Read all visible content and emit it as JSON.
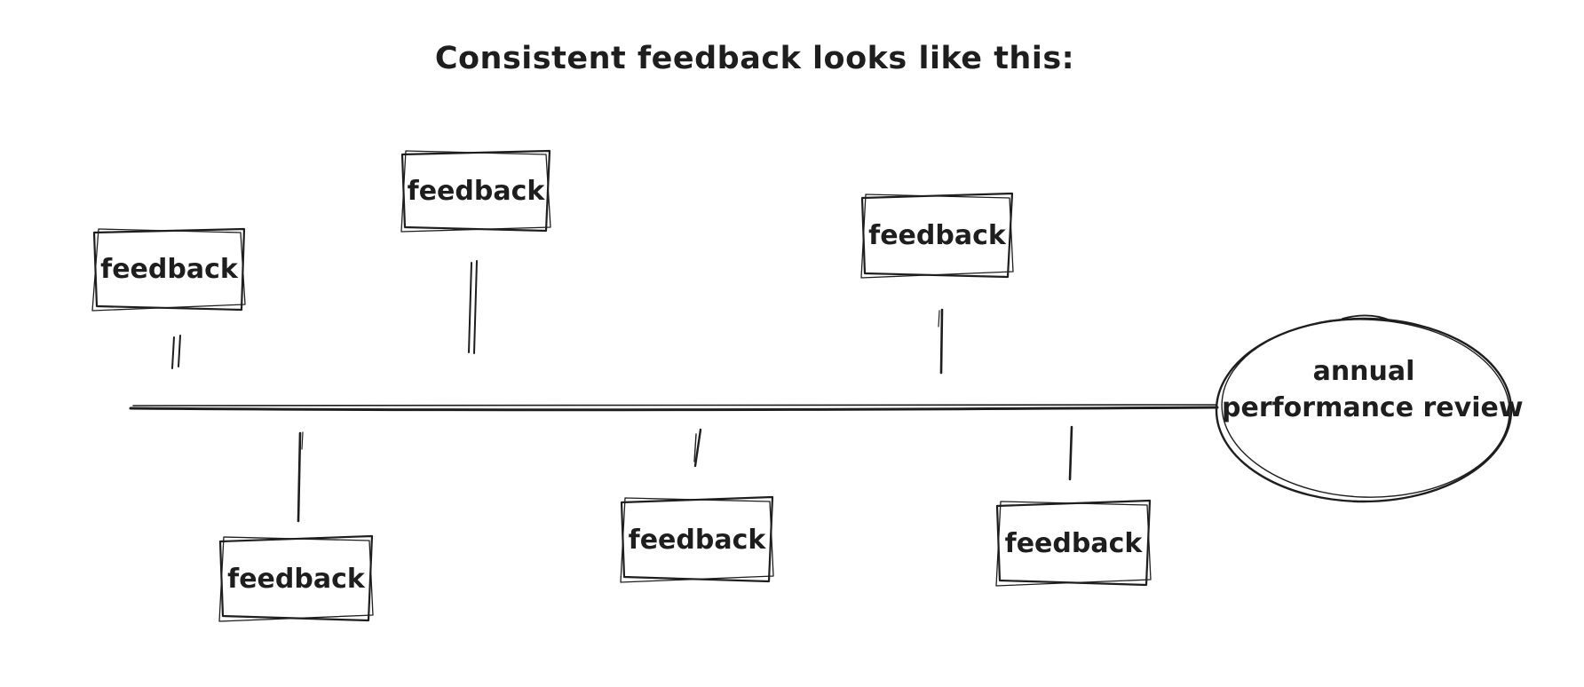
{
  "title": "Consistent feedback looks like this:",
  "colors": {
    "ink": "#1e1e1e",
    "background": "#ffffff"
  },
  "diagram": {
    "type": "timeline-sketch",
    "boxes": [
      {
        "label": "feedback",
        "position": "above-line"
      },
      {
        "label": "feedback",
        "position": "below-line"
      },
      {
        "label": "feedback",
        "position": "above-line"
      },
      {
        "label": "feedback",
        "position": "below-line"
      },
      {
        "label": "feedback",
        "position": "above-line"
      },
      {
        "label": "feedback",
        "position": "below-line"
      }
    ],
    "terminal": {
      "shape": "ellipse",
      "lines": [
        "annual",
        "performance review"
      ]
    }
  }
}
